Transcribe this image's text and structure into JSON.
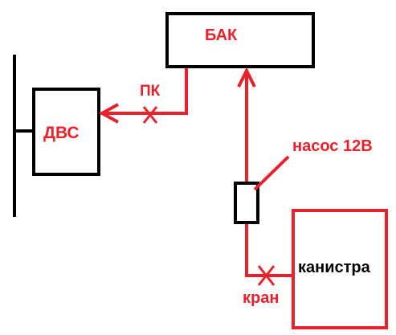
{
  "labels": {
    "tank": "БАК",
    "engine": "ДВС",
    "valve_pk": "ПК",
    "pump": "насос 12В",
    "canister": "канистра",
    "tap": "кран"
  },
  "colors": {
    "line_red": "#e8212b",
    "line_black": "#000000",
    "background": "#ffffff"
  }
}
